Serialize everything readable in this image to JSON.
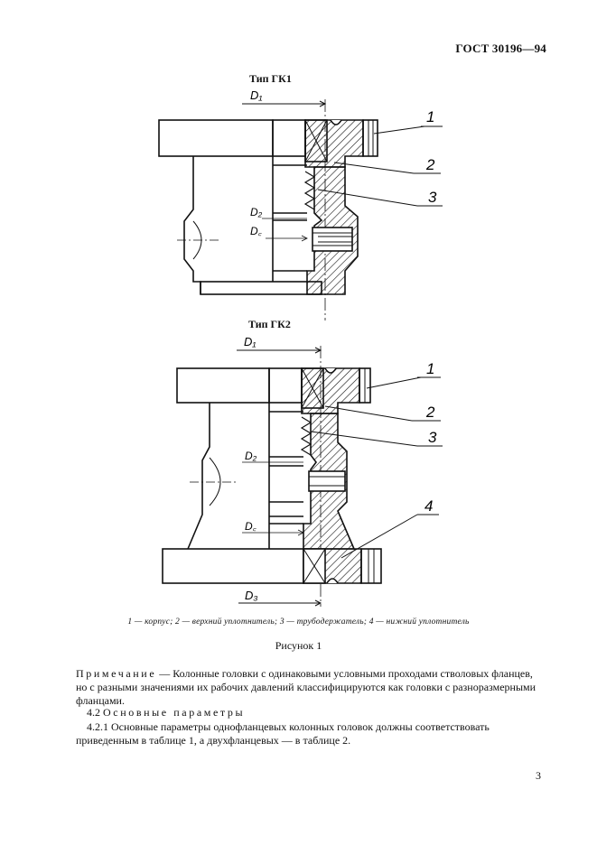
{
  "header": {
    "standard": "ГОСТ 30196—94"
  },
  "figure": {
    "type1": {
      "title": "Тип ГК1",
      "labels": {
        "d1": "D₁",
        "d2": "D₂",
        "dc": "D꜀"
      },
      "callouts": [
        "1",
        "2",
        "3"
      ]
    },
    "type2": {
      "title": "Тип ГК2",
      "labels": {
        "d1": "D₁",
        "d2": "D₂",
        "dc": "D꜀",
        "d3": "D₃"
      },
      "callouts": [
        "1",
        "2",
        "3",
        "4"
      ]
    },
    "legend": "1 — корпус; 2 — верхний уплотнитель; 3 — трубодержатель; 4 — нижний уплотнитель",
    "caption": "Рисунок 1"
  },
  "note": {
    "lead": "Примечание",
    "text": " — Колонные головки с одинаковыми условными проходами стволовых фланцев, но с разными значениями их рабочих давлений классифицируются как головки с разноразмерными фланцами."
  },
  "section": {
    "number": "4.2 ",
    "title": "Основные параметры"
  },
  "paragraph": "4.2.1 Основные параметры однофланцевых колонных головок должны соответствовать приведенным в таблице 1, а двухфланцевых — в таблице 2.",
  "page_number": "3"
}
